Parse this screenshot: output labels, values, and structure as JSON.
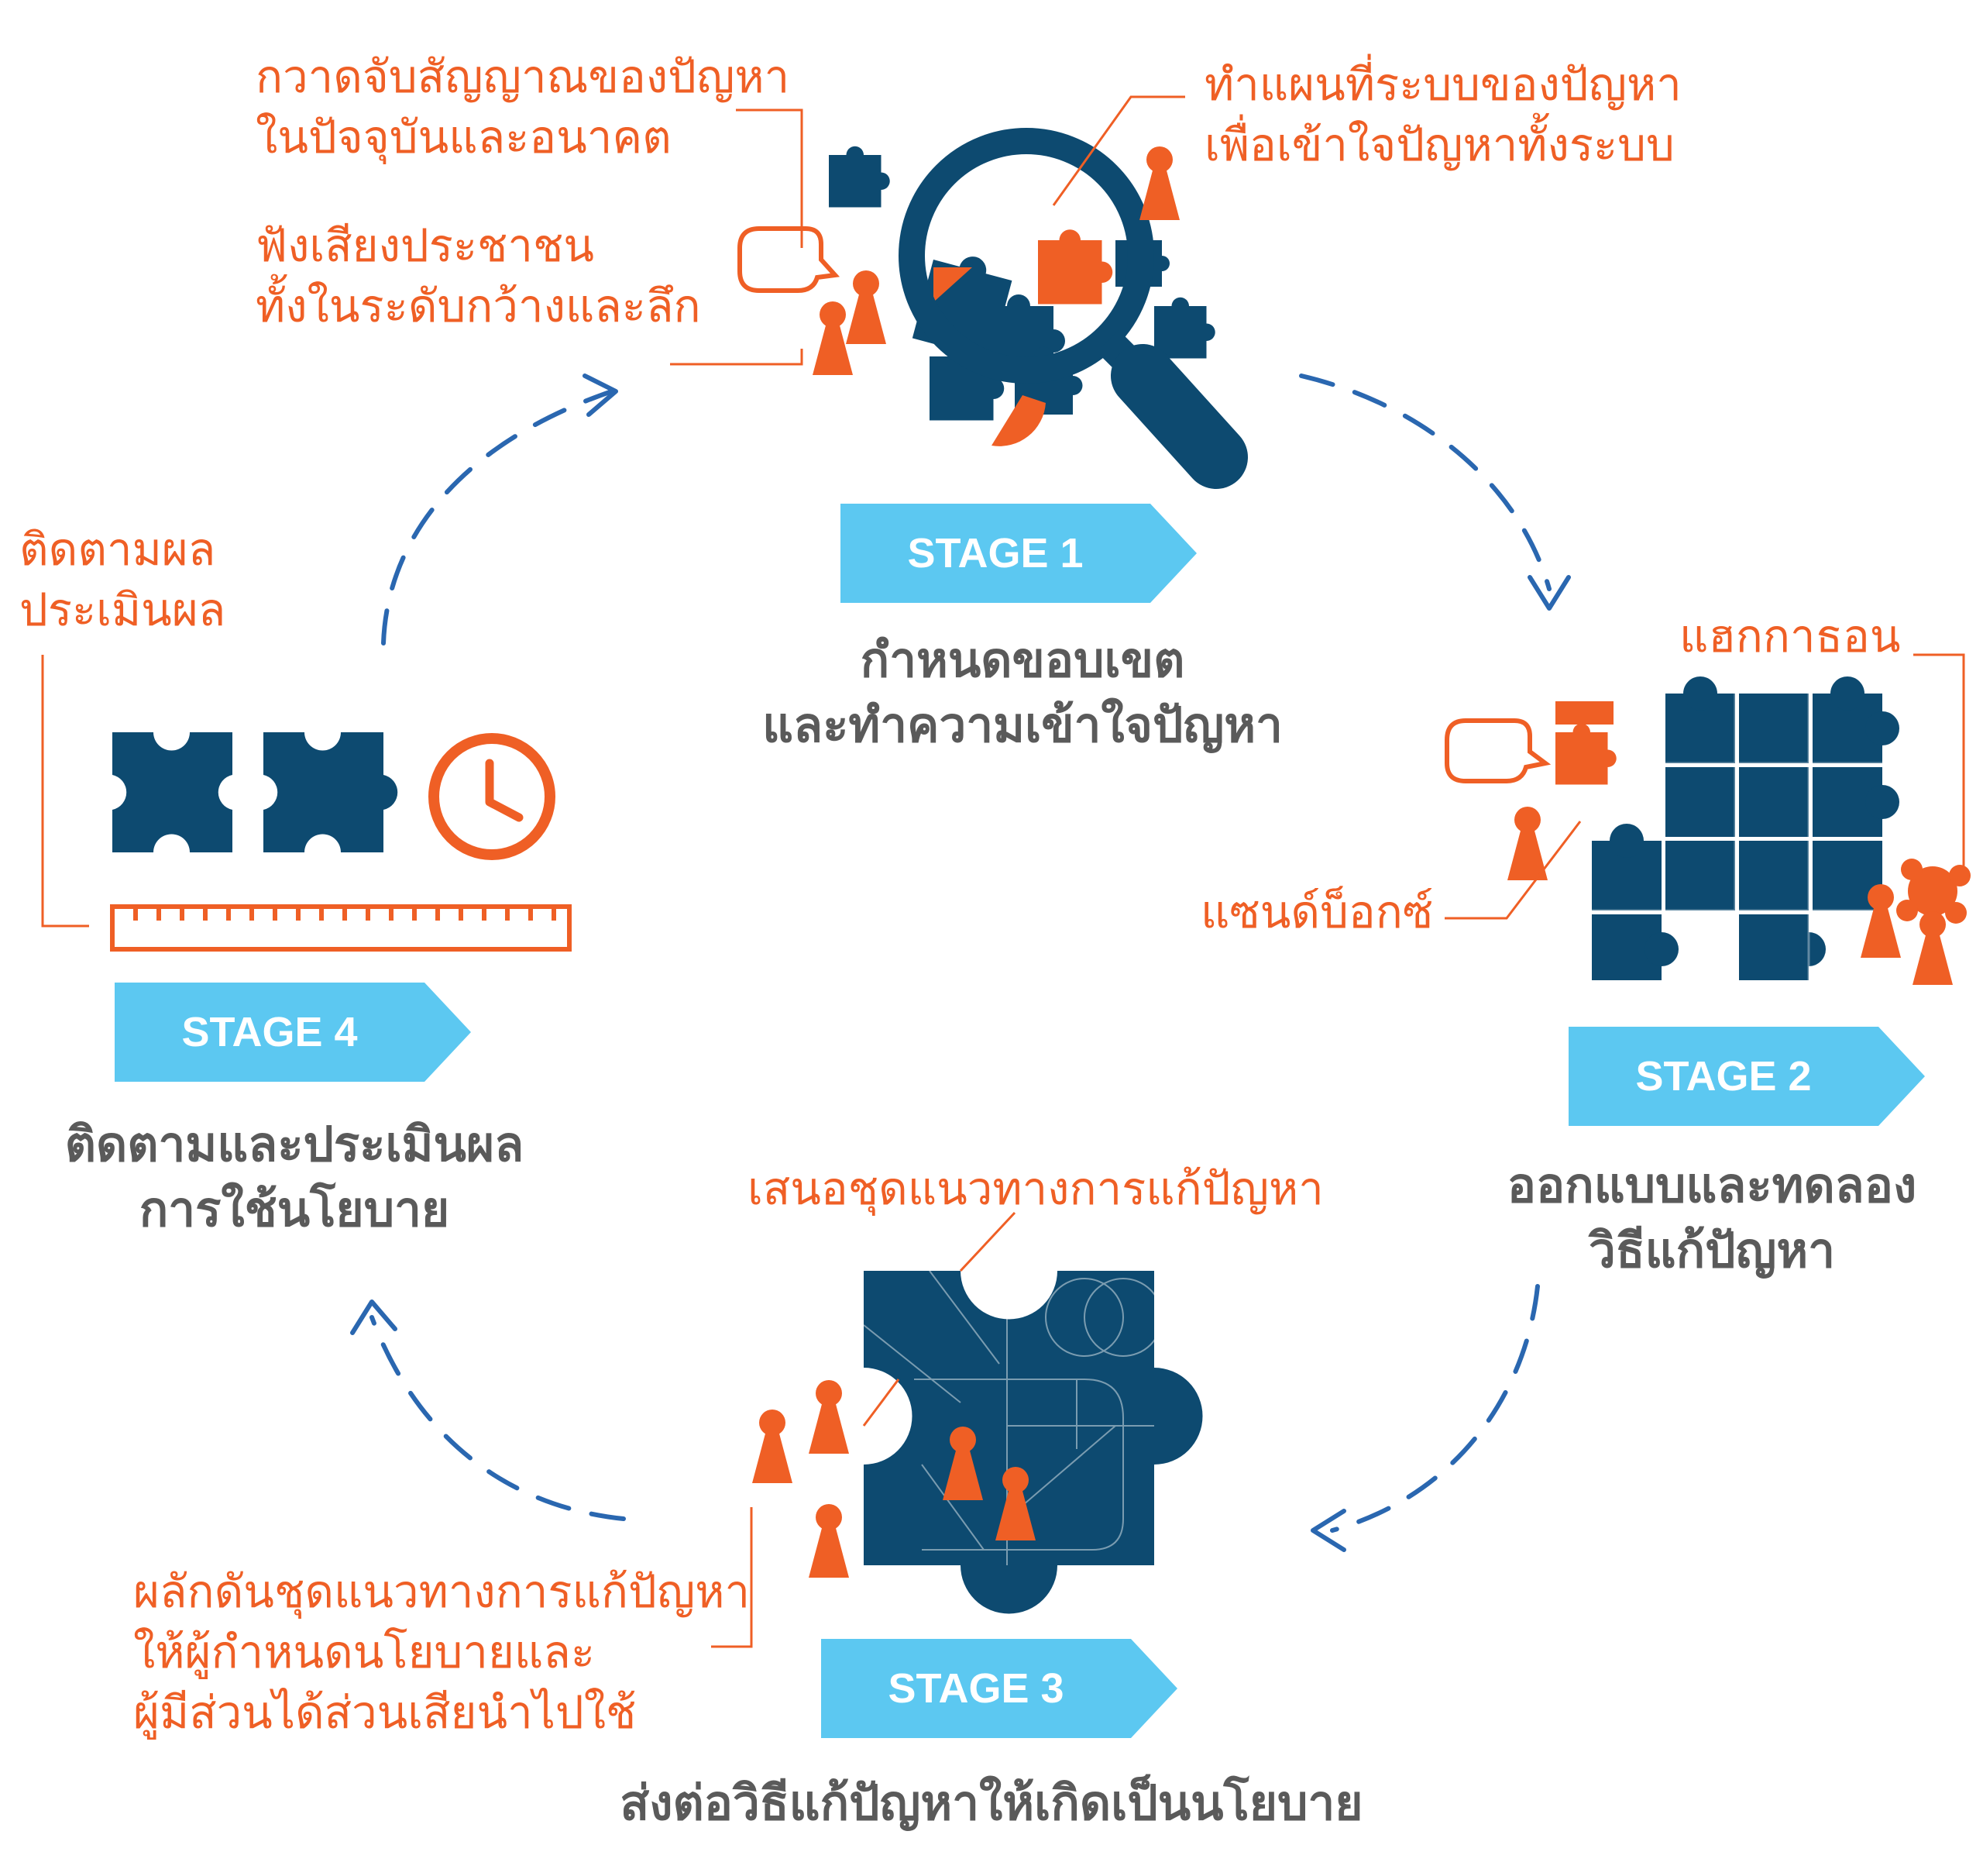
{
  "colors": {
    "navy": "#0d4a70",
    "orange": "#ef5f25",
    "badge": "#5cc8f1",
    "arrow": "#2a67b0",
    "title_gray": "#5a5a5a"
  },
  "stages": [
    {
      "badge": "STAGE 1",
      "title_line1": "กำหนดขอบเขต",
      "title_line2": "และทำความเข้าใจปัญหา"
    },
    {
      "badge": "STAGE 2",
      "title_line1": "ออกแบบและทดลอง",
      "title_line2": "วิธีแก้ปัญหา"
    },
    {
      "badge": "STAGE 3",
      "title_line1": "ส่งต่อวิธีแก้ปัญหาให้เกิดเป็นนโยบาย"
    },
    {
      "badge": "STAGE 4",
      "title_line1": "ติดตามและประเมินผล",
      "title_line2": "การใช้นโยบาย"
    }
  ],
  "annotations": {
    "s1_sense": [
      "กวาดจับสัญญาณของปัญหา",
      "ในปัจจุบันและอนาคต"
    ],
    "s1_listen": [
      "ฟังเสียงประชาชน",
      "ทั้งในระดับกว้างและลึก"
    ],
    "s1_map": [
      "ทำแผนที่ระบบของปัญหา",
      "เพื่อเข้าใจปัญหาทั้งระบบ"
    ],
    "s2_hackathon": "แฮกกาธอน",
    "s2_sandbox": "แซนด์บ็อกซ์",
    "s3_propose": "เสนอชุดแนวทางการแก้ปัญหา",
    "s3_push": [
      "ผลักดันชุดแนวทางการแก้ปัญหา",
      "ให้ผู้กำหนดนโยบายและ",
      "ผู้มีส่วนได้ส่วนเสียนำไปใช้"
    ],
    "s4_monitor": [
      "ติดตามผล",
      "ประเมินผล"
    ]
  },
  "icons": [
    "magnifier-icon",
    "speech-bubble-icon",
    "person-icon",
    "puzzle-piece-icon",
    "clock-icon",
    "ruler-icon",
    "cycle-arrow-icon"
  ]
}
